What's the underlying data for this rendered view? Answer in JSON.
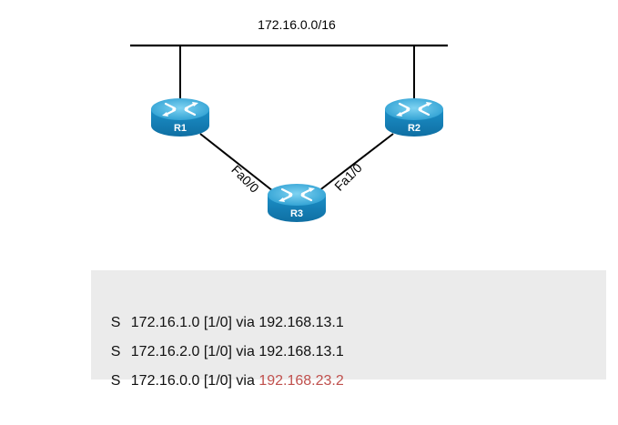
{
  "diagram": {
    "segment_label": "172.16.0.0/16",
    "routers": [
      {
        "id": "r1",
        "label": "R1"
      },
      {
        "id": "r2",
        "label": "R2"
      },
      {
        "id": "r3",
        "label": "R3"
      }
    ],
    "interfaces": {
      "r3_to_r1": "Fa0/0",
      "r3_to_r2": "Fa1/0"
    }
  },
  "routing_table": {
    "entries": [
      {
        "code": "S",
        "network": "172.16.1.0 [1/0] via ",
        "next_hop": "192.168.13.1",
        "highlighted": false
      },
      {
        "code": "S",
        "network": "172.16.2.0 [1/0] via ",
        "next_hop": "192.168.13.1",
        "highlighted": false
      },
      {
        "code": "S",
        "network": "172.16.0.0 [1/0] via ",
        "next_hop": "192.168.23.2",
        "highlighted": true
      }
    ]
  },
  "colors": {
    "router_top": "#34a9d6",
    "router_body": "#1a86bd",
    "highlight_next_hop": "#c0504d",
    "table_bg": "#ebebeb"
  }
}
